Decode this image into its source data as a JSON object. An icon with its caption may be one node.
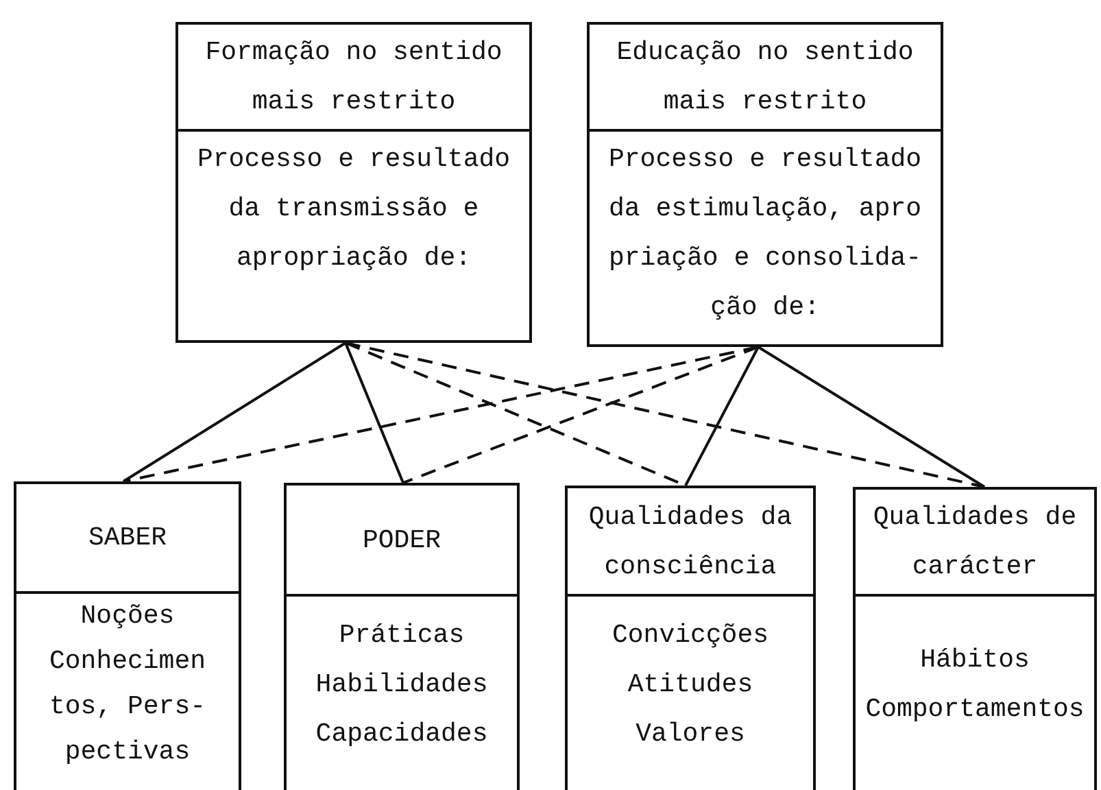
{
  "diagram": {
    "nodes": [
      {
        "text": [
          "Formação no sentido mais restrito",
          "Processo e resultado da transmissão e apropriação de:"
        ]
      },
      {
        "text": [
          "Educação no sentido mais restrito",
          "Processo e resultado da estimulação, apro priação e consolida- ção de:"
        ]
      },
      {
        "text": [
          "SABER",
          "Noções Conhecimen tos, Pers- pectivas"
        ]
      },
      {
        "text": [
          "PODER",
          "Práticas Habilidades Capacidades"
        ]
      },
      {
        "text": [
          "Qualidades da consciência",
          "Convicções Atitudes Valores"
        ]
      },
      {
        "text": [
          "Qualidades de carácter",
          "Hábitos Comportamentos"
        ]
      }
    ],
    "edges": [
      {
        "from": 0,
        "to": 2,
        "arrow": "none"
      },
      {
        "from": 0,
        "to": 3,
        "arrow": "none"
      },
      {
        "from": 0,
        "to": 4,
        "arrow": "none",
        "style": "dashed"
      },
      {
        "from": 0,
        "to": 5,
        "arrow": "none",
        "style": "dashed"
      },
      {
        "from": 1,
        "to": 2,
        "arrow": "none",
        "style": "dashed"
      },
      {
        "from": 1,
        "to": 3,
        "arrow": "none",
        "style": "dashed"
      },
      {
        "from": 1,
        "to": 4,
        "arrow": "none"
      },
      {
        "from": 1,
        "to": 5,
        "arrow": "none"
      }
    ]
  }
}
